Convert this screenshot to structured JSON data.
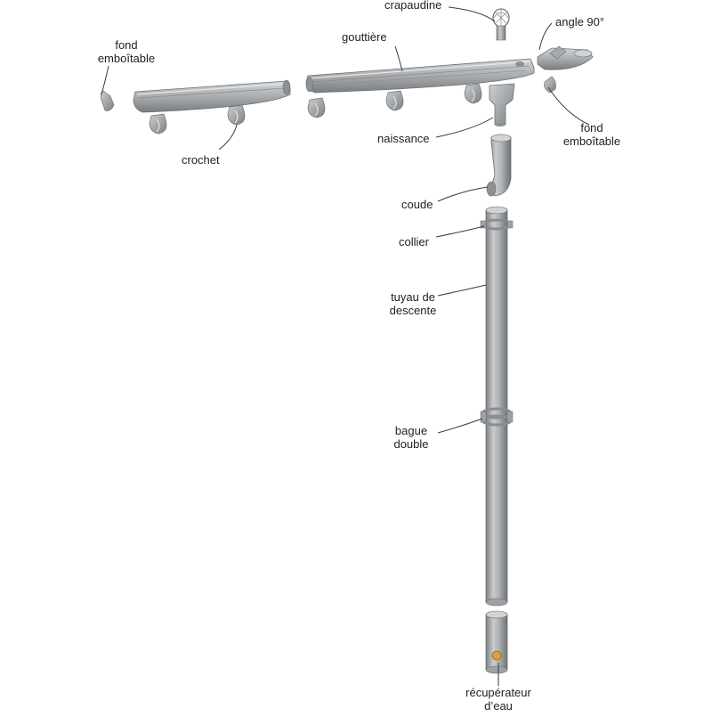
{
  "labels": {
    "crapaudine": "crapaudine",
    "angle": "angle 90°",
    "fond_left_1": "fond",
    "fond_left_2": "emboîtable",
    "gouttiere": "gouttière",
    "fond_right_1": "fond",
    "fond_right_2": "emboîtable",
    "naissance": "naissance",
    "crochet": "crochet",
    "coude": "coude",
    "collier": "collier",
    "tuyau_1": "tuyau de",
    "tuyau_2": "descente",
    "bague_1": "bague",
    "bague_2": "double",
    "recup_1": "récupérateur",
    "recup_2": "d’eau"
  },
  "colors": {
    "metal_light": "#c8cacc",
    "metal_mid": "#9b9ea1",
    "metal_dark": "#6e7174",
    "leader_line": "#3a3a3a",
    "text": "#222222",
    "valve": "#d8a23c"
  }
}
